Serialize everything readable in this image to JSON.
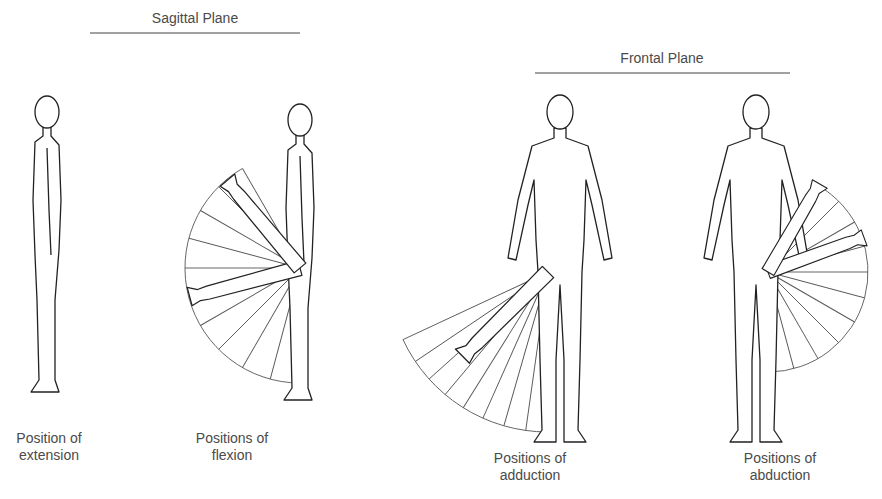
{
  "diagram": {
    "labels": [
      "Sagittal Plane",
      "Frontal Plane",
      "Position of extension",
      "Positions of flexion",
      "Positions of adduction",
      "Positions of abduction"
    ]
  }
}
